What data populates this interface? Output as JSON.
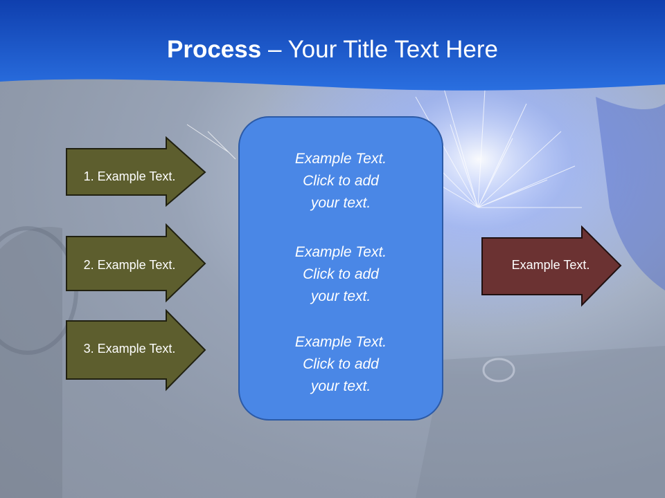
{
  "title": {
    "bold": "Process",
    "rest": " – Your Title Text Here"
  },
  "left_steps": [
    "1. Example Text.",
    "2. Example Text.",
    "3. Example Text."
  ],
  "center_blocks": [
    [
      "Example Text.",
      "Click  to add",
      "your text."
    ],
    [
      "Example Text.",
      "Click  to add",
      "your text."
    ],
    [
      "Example Text.",
      "Click  to add",
      "your text."
    ]
  ],
  "output_label": "Example Text.",
  "colors": {
    "header_blue": "#1f5fc9",
    "step_arrow": "#5d5e2e",
    "output_arrow": "#6b3232",
    "center_box": "#4a87e6"
  }
}
